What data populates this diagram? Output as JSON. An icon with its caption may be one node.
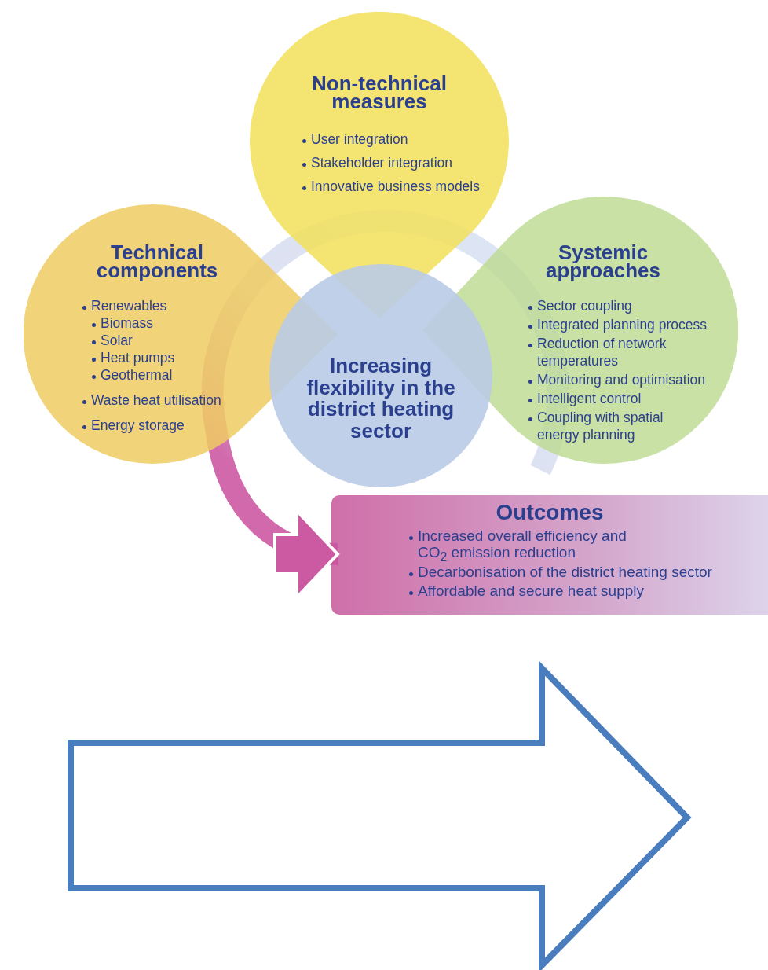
{
  "diagram": {
    "nodes": [
      {
        "text": [
          "Non-technical measures",
          "User integration",
          "Stakeholder integration",
          "Innovative business models"
        ]
      },
      {
        "text": [
          "Technical components",
          "Renewables",
          "Biomass",
          "Solar",
          "Heat pumps",
          "Geothermal",
          "Waste heat utilisation",
          "Energy storage"
        ]
      },
      {
        "text": [
          "Systemic approaches",
          "Sector coupling",
          "Integrated planning process",
          "Reduction of network temperatures",
          "Monitoring and optimisation",
          "Intelligent control",
          "Coupling with spatial energy planning"
        ]
      },
      {
        "text": [
          "Increasing flexibility in the district heating sector"
        ]
      },
      {
        "text": [
          "Outcomes",
          "Increased overall efficiency and CO$_{2}$ emission reduction",
          "Decarbonisation of the district heating sector",
          "Affordable and secure heat supply"
        ]
      },
      {
        "text": [],
        "shape": "arrow"
      }
    ],
    "edges": [
      {
        "from": null,
        "to": 4,
        "arrow": "to"
      }
    ]
  }
}
